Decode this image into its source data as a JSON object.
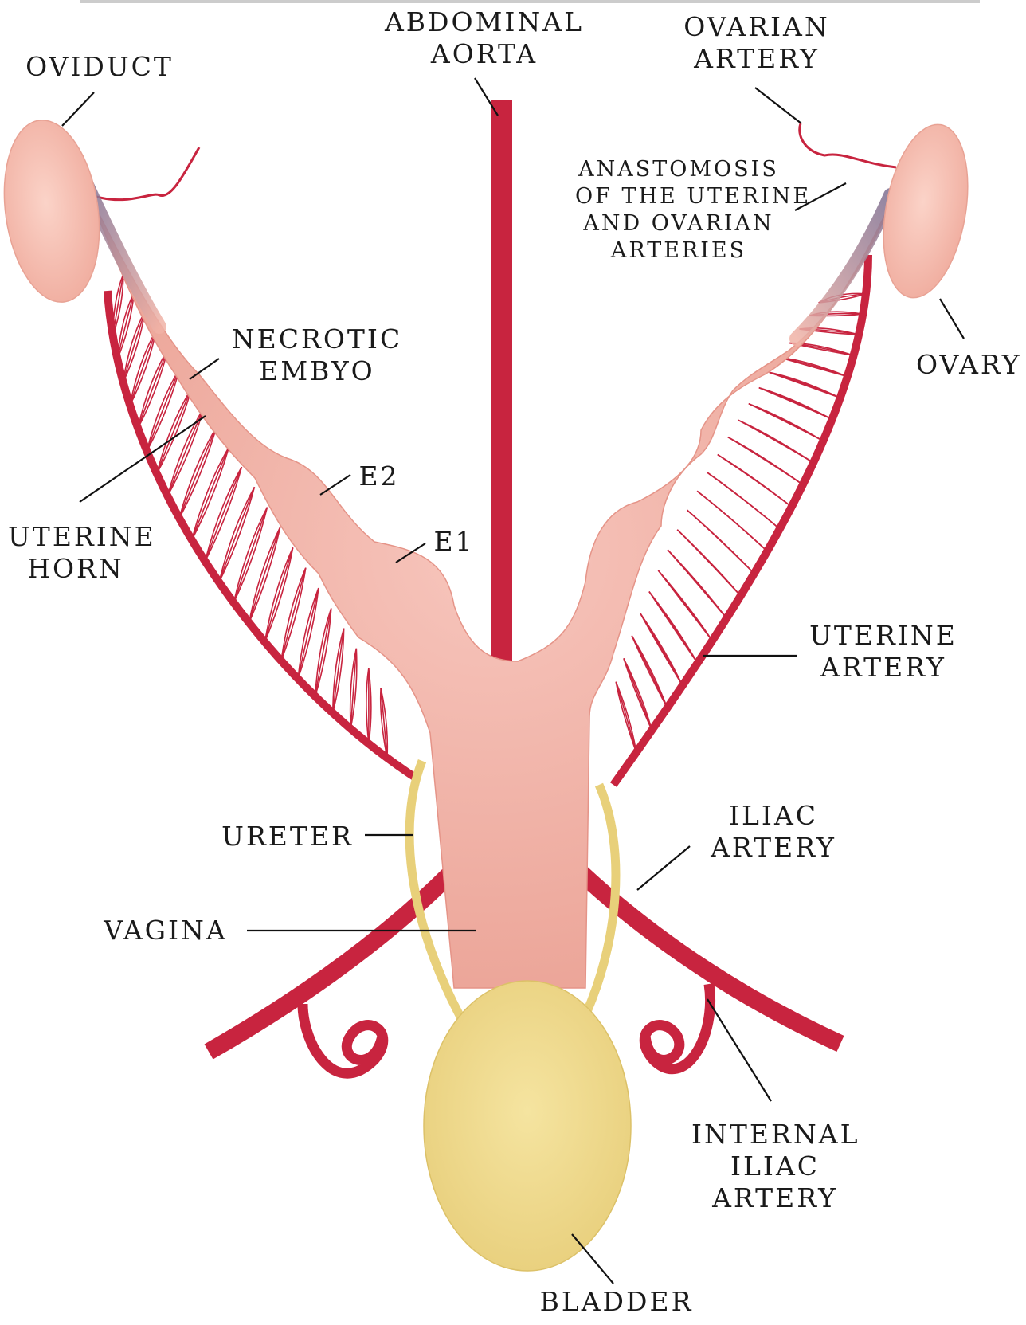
{
  "colors": {
    "artery": "#c8243f",
    "uterus": "#f2b3a8",
    "uterus_shade": "#e79a8e",
    "ovary": "#f7c3b6",
    "ureter": "#e8d07a",
    "bladder": "#f0dd8f",
    "leader": "#111111",
    "top_rule": "#cccccc"
  },
  "labels": {
    "abdominal_aorta": [
      "ABDOMINAL",
      "AORTA"
    ],
    "oviduct": [
      "OVIDUCT"
    ],
    "ovarian_artery": [
      "OVARIAN",
      "ARTERY"
    ],
    "anastomosis": [
      "ANASTOMOSIS",
      "OF THE UTERINE",
      "AND OVARIAN",
      "ARTERIES"
    ],
    "ovary": [
      "OVARY"
    ],
    "necrotic_embryo": [
      "NECROTIC",
      "EMBYO"
    ],
    "e2": [
      "E2"
    ],
    "e1": [
      "E1"
    ],
    "uterine_horn": [
      "UTERINE",
      "HORN"
    ],
    "uterine_artery": [
      "UTERINE",
      "ARTERY"
    ],
    "ureter": [
      "URETER"
    ],
    "iliac_artery": [
      "ILIAC",
      "ARTERY"
    ],
    "vagina": [
      "VAGINA"
    ],
    "internal_iliac_artery": [
      "INTERNAL",
      "ILIAC",
      "ARTERY"
    ],
    "bladder": [
      "BLADDER"
    ]
  }
}
